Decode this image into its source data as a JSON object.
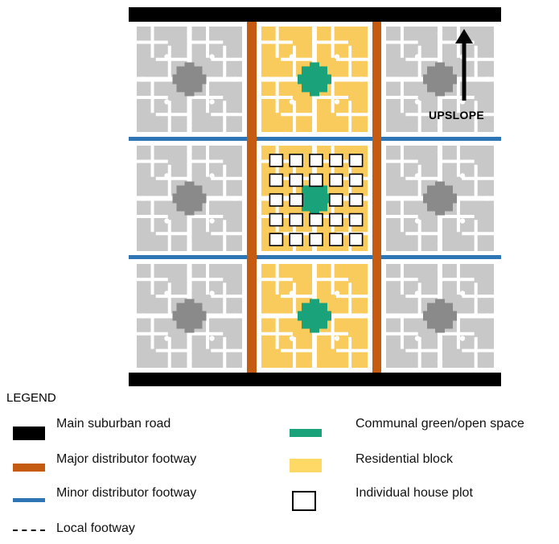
{
  "diagram": {
    "upslope_label": "UPSLOPE"
  },
  "legend": {
    "title": "LEGEND",
    "items": [
      {
        "key": "main-road",
        "label": "Main suburban road",
        "color": "#000000"
      },
      {
        "key": "major-footway",
        "label": "Major distributor footway",
        "color": "#c55a11"
      },
      {
        "key": "minor-footway",
        "label": "Minor distributor footway",
        "color": "#2e75b6"
      },
      {
        "key": "local-footway",
        "label": "Local footway",
        "color": "#000000"
      },
      {
        "key": "green-space",
        "label": "Communal green/open space",
        "color": "#1aa37a"
      },
      {
        "key": "residential-block",
        "label": "Residential block",
        "color": "#ffd966"
      },
      {
        "key": "house-plot",
        "label": "Individual house plot",
        "color": "#ffffff"
      }
    ]
  },
  "colors": {
    "grey_block": "#c8c8c8",
    "grey_path": "#ffffff",
    "grey_center": "#8a8a8a",
    "yellow_block": "#f9ca5c",
    "green": "#1aa37a",
    "orange": "#c55a11",
    "blue": "#2e75b6",
    "black": "#000000"
  }
}
